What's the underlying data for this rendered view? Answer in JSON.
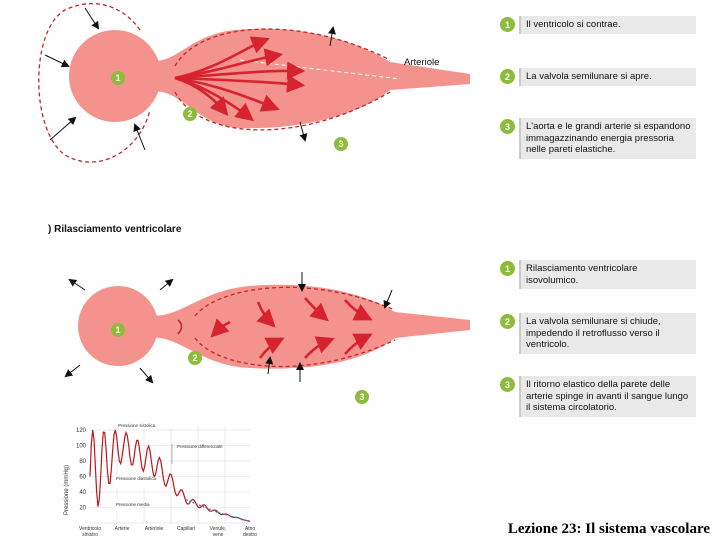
{
  "diagram_top": {
    "arteriole_label": "Arteriole",
    "markers": [
      "1",
      "2",
      "3"
    ],
    "steps": [
      {
        "n": "1",
        "text": "Il ventricolo si contrae."
      },
      {
        "n": "2",
        "text": "La valvola semilunare si apre."
      },
      {
        "n": "3",
        "text": "L'aorta e le grandi arterie si espandono immagazzinando energia pressoria nelle pareti elastiche."
      }
    ]
  },
  "section_title": ") Rilasciamento ventricolare",
  "diagram_bottom": {
    "markers": [
      "1",
      "2",
      "3"
    ],
    "steps": [
      {
        "n": "1",
        "text": "Rilasciamento ventricolare isovolumico."
      },
      {
        "n": "2",
        "text": "La valvola semilunare si chiude, impedendo il retroflusso verso il ventricolo."
      },
      {
        "n": "3",
        "text": "Il ritorno elastico della parete delle arterie spinge in avanti il sangue lungo il sistema circolatorio."
      }
    ]
  },
  "chart": {
    "ylabel": "Pressione (mmHg)",
    "y_ticks": [
      "120",
      "100",
      "80",
      "60",
      "40",
      "20"
    ],
    "annotations": {
      "sistolica": "Pressione sistolica",
      "differenziale": "Pressione differenziale",
      "diastolica": "Pressione diastolica",
      "media": "Pressione media"
    },
    "x_labels": [
      "Ventricolo sinistro",
      "Arterie",
      "Arteriole",
      "Capillari",
      "Venule, vene",
      "Atrio destro"
    ]
  },
  "chart_data": {
    "type": "line",
    "ylabel": "Pressione (mmHg)",
    "ylim": [
      0,
      120
    ],
    "categories": [
      "Ventricolo sinistro",
      "Arterie",
      "Arteriole",
      "Capillari",
      "Venule, vene",
      "Atrio destro"
    ],
    "series": [
      {
        "values": [
          120,
          120,
          95,
          35,
          15,
          2
        ]
      },
      {
        "values": [
          0,
          80,
          60,
          25,
          12,
          2
        ]
      }
    ]
  },
  "footer": "Lezione 23: Il sistema vascolare",
  "colors": {
    "vessel": "#f4938d",
    "arrow": "#d6232f",
    "marker": "#8dbb3a",
    "step_box": "#e9e9e9",
    "pressure": "#c0151d",
    "venous": "#3a79c9"
  }
}
